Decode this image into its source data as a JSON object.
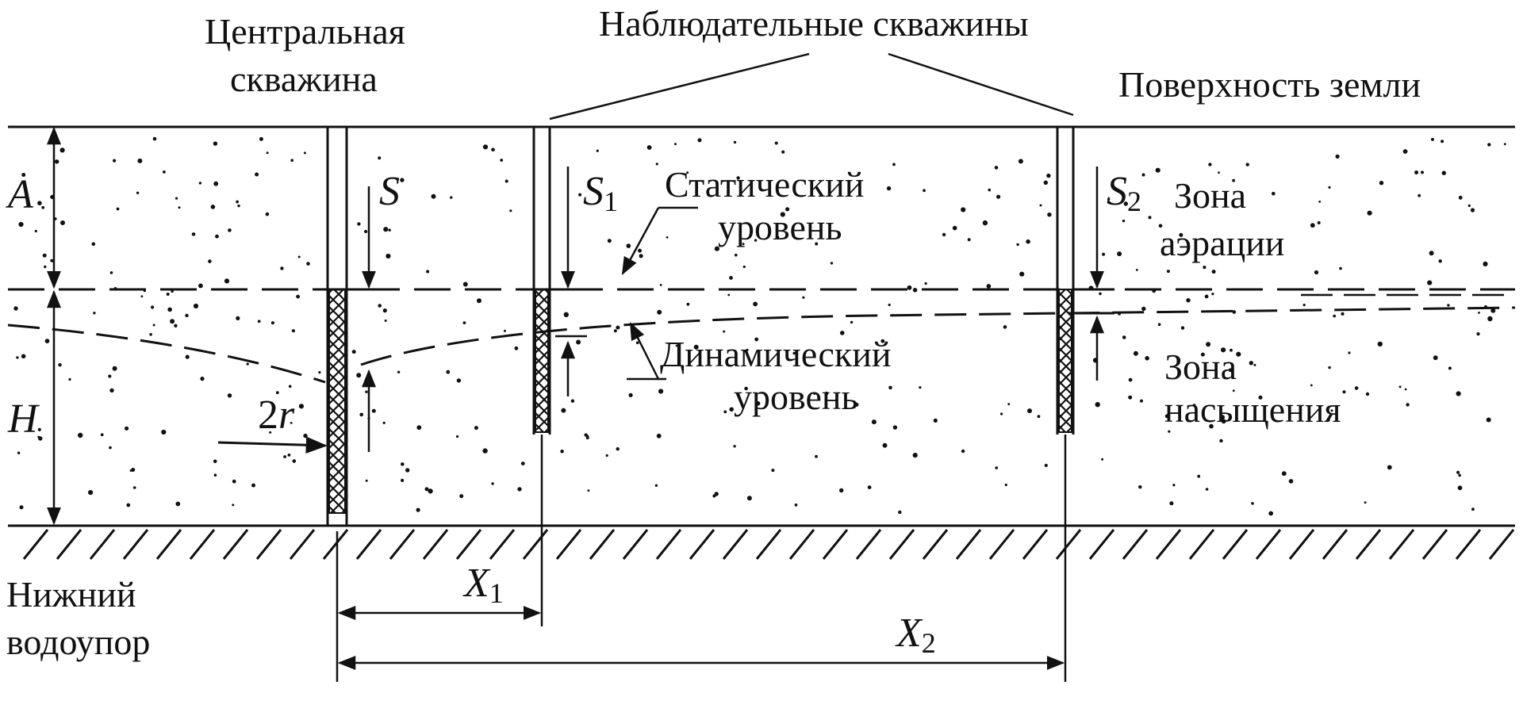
{
  "labels": {
    "central_well_line1": "Центральная",
    "central_well_line2": "скважина",
    "observation_wells": "Наблюдательные скважины",
    "ground_surface": "Поверхность земли",
    "static_level_line1": "Статический",
    "static_level_line2": "уровень",
    "dynamic_level_line1": "Динамический",
    "dynamic_level_line2": "уровень",
    "aeration_zone_line1": "Зона",
    "aeration_zone_line2": "аэрации",
    "saturation_zone_line1": "Зона",
    "saturation_zone_line2": "насыщения",
    "aquiclude_line1": "Нижний",
    "aquiclude_line2": "водоупор"
  },
  "symbols": {
    "A": "A",
    "H": "H",
    "S": "S",
    "S1_base": "S",
    "S1_sub": "1",
    "S2_base": "S",
    "S2_sub": "2",
    "r_coef": "2",
    "r_var": "r",
    "X1_base": "X",
    "X1_sub": "1",
    "X2_base": "X",
    "X2_sub": "2"
  },
  "colors": {
    "ink": "#111111",
    "background": "#ffffff"
  }
}
